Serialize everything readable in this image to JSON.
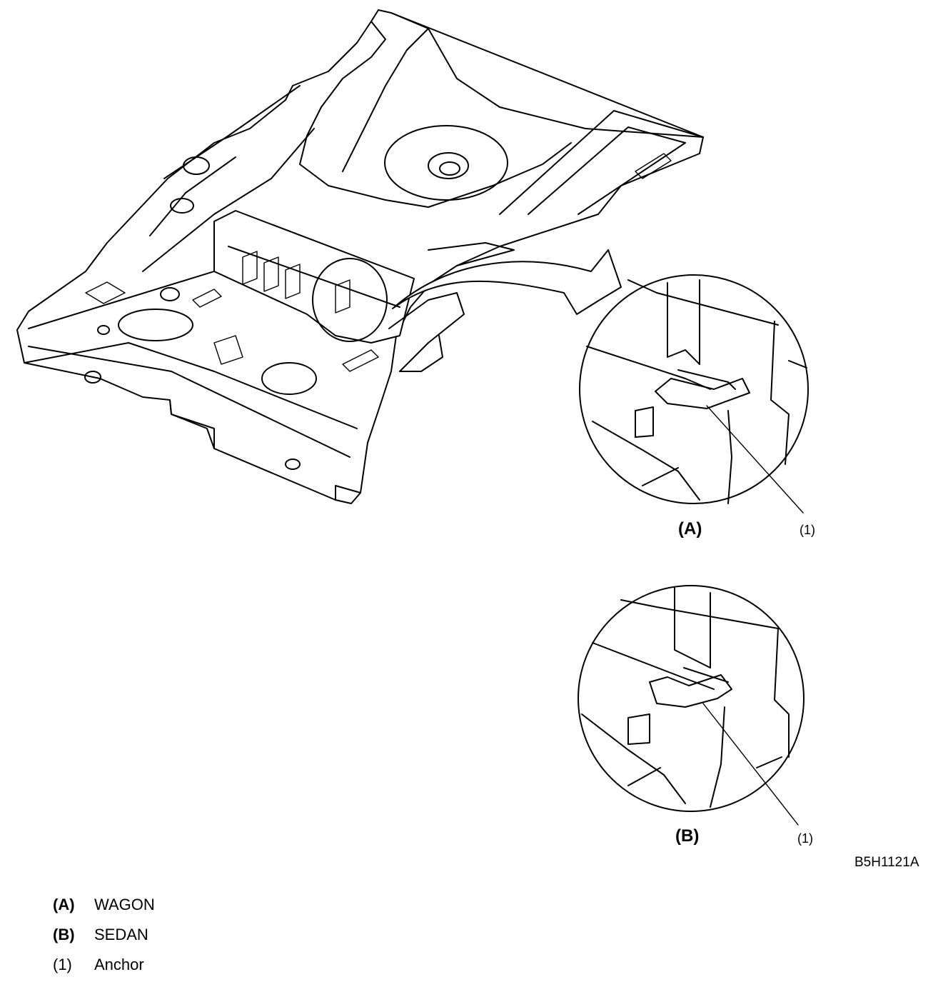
{
  "figure_code": "B5H1121A",
  "callouts": {
    "detail_a": "(A)",
    "detail_b": "(B)",
    "anchor_a": "(1)",
    "anchor_b": "(1)"
  },
  "legend": [
    {
      "key": "(A)",
      "text": "WAGON",
      "bold": true
    },
    {
      "key": "(B)",
      "text": "SEDAN",
      "bold": true
    },
    {
      "key": "(1)",
      "text": "Anchor",
      "bold": false
    }
  ]
}
